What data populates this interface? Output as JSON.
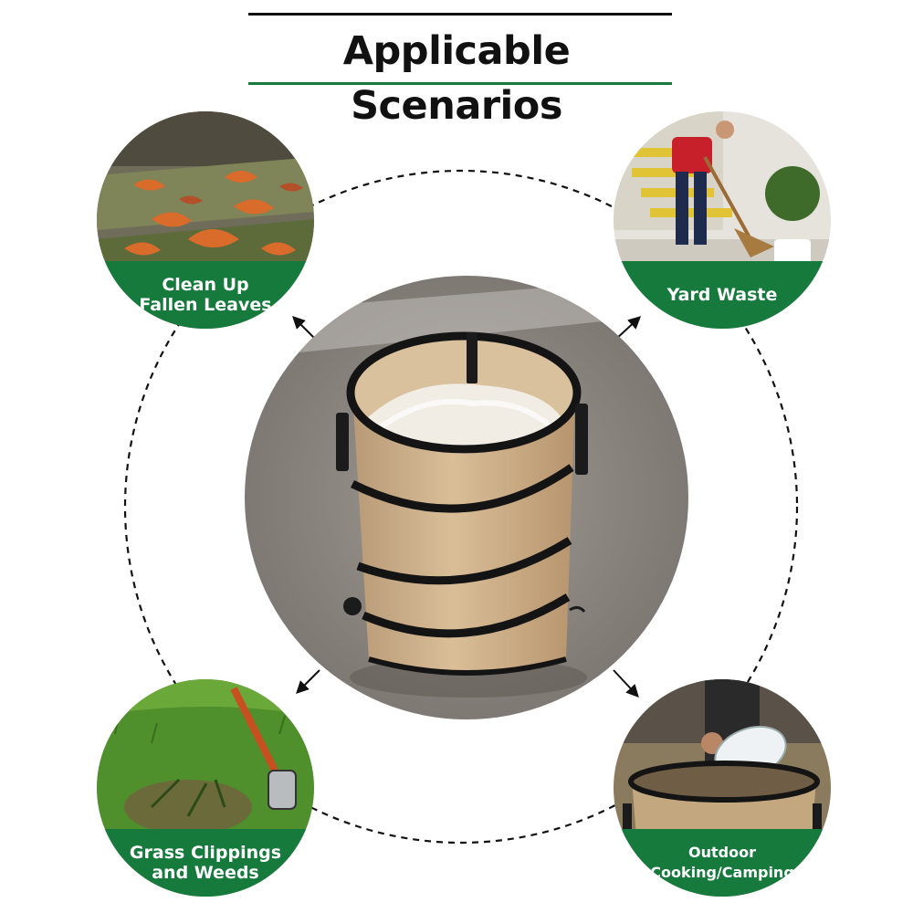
{
  "header": {
    "title": "Applicable Scenarios"
  },
  "scenarios": [
    {
      "label": "Clean Up\nFallen Leaves",
      "icon": "fallen-leaves-photo"
    },
    {
      "label": "Yard Waste",
      "icon": "sweeping-photo"
    },
    {
      "label": "Grass Clippings\nand Weeds",
      "icon": "grass-trimmer-photo"
    },
    {
      "label": "Outdoor\nCooking/Camping",
      "icon": "camping-bin-photo"
    }
  ],
  "product": {
    "icon": "pop-up-leaf-bag-photo"
  },
  "colors": {
    "accent": "#157a3c",
    "title": "#111111",
    "bag": "#cdb08a",
    "band": "#141414"
  }
}
